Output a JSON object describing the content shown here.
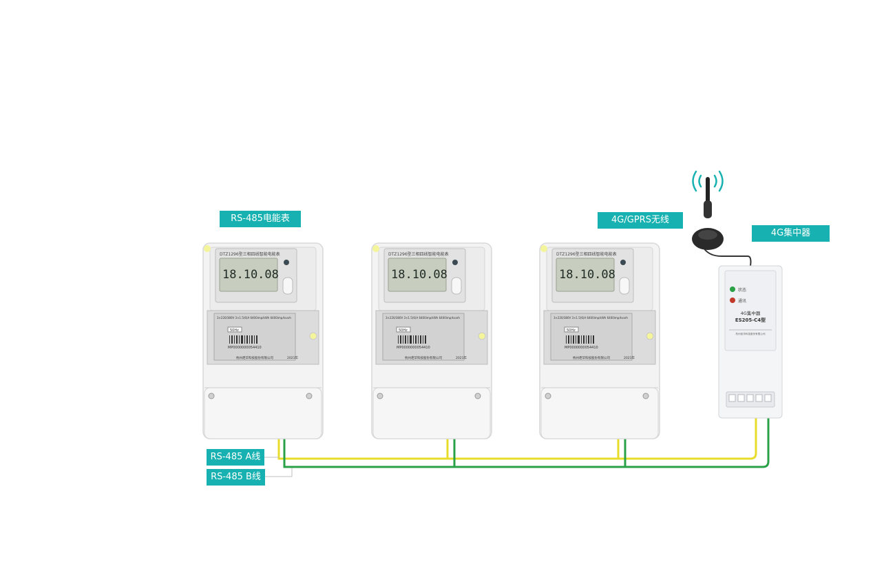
{
  "labels": {
    "meter": "RS-485电能表",
    "wireless": "4G/GPRS无线",
    "concentrator": "4G集中器",
    "line_a": "RS-485 A线",
    "line_b": "RS-485 B线"
  },
  "meter_face": {
    "model_title": "DTZ1296型三相四线智能电能表",
    "reading": "18.10.08",
    "specs": "3×220/380V   3×1.5(6)A   6400imp/kWh   6400imp/kvarh",
    "frequency": "50Hz",
    "serial": "MP0000000054410",
    "manufacturer": "杭州炬华科技股份有限公司",
    "year": "2021年"
  },
  "concentrator_face": {
    "status_label": "状态",
    "comm_label": "通讯",
    "device_name": "4G集中器",
    "model": "ES205-C4型",
    "maker": "杭州炬华科技股份有限公司"
  },
  "colors": {
    "accent": "#16b1b0",
    "wire_a": "#e8dc2a",
    "wire_b": "#2aa047"
  }
}
